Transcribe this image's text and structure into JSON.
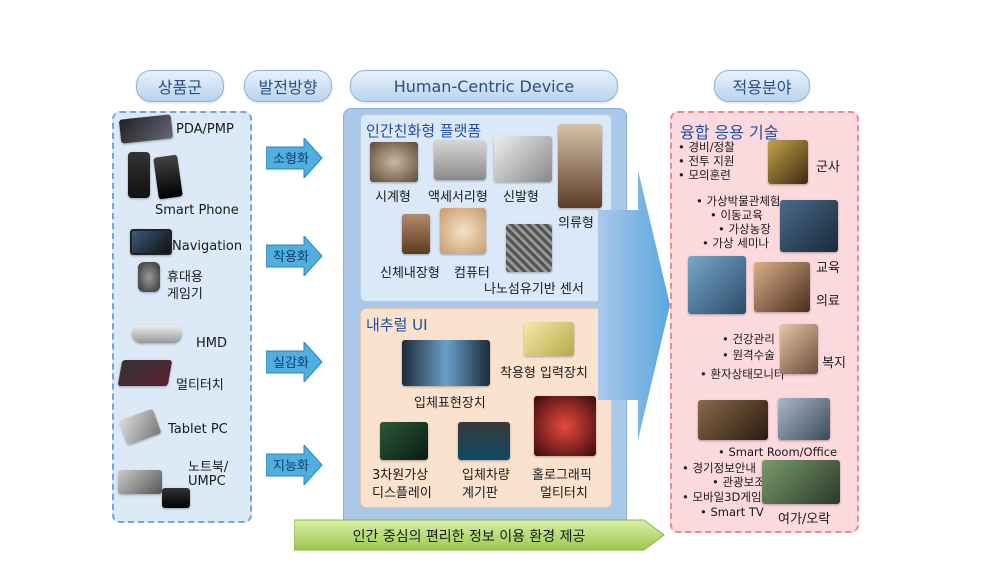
{
  "headers": {
    "product_group": "상품군",
    "direction": "발전방향",
    "device": "Human-Centric Device",
    "application": "적용분야"
  },
  "products": {
    "pda": "PDA/PMP",
    "smartphone": "Smart Phone",
    "navigation": "Navigation",
    "portable_game_1": "휴대용",
    "portable_game_2": "게임기",
    "hmd": "HMD",
    "multitouch": "멀티터치",
    "tablet": "Tablet PC",
    "notebook_1": "노트북/",
    "notebook_2": "UMPC"
  },
  "directions": [
    "소형화",
    "착용화",
    "실감화",
    "지능화"
  ],
  "platform": {
    "title": "인간친화형 플랫폼",
    "watch": "시계형",
    "accessory": "액세서리형",
    "shoe": "신발형",
    "clothing": "의류형",
    "implant": "신체내장형",
    "computer": "컴퓨터",
    "nanofiber": "나노섬유기반 센서"
  },
  "ui": {
    "title": "내추럴 UI",
    "stereo": "입체표현장치",
    "wearable_input": "착용형 입력장치",
    "display3d_1": "3차원가상",
    "display3d_2": "디스플레이",
    "dashboard_1": "입체차량",
    "dashboard_2": "계기판",
    "holo_1": "홀로그래픽",
    "holo_2": "멀티터치"
  },
  "fusion": {
    "title": "융합 응용 기술",
    "military_items": [
      "경비/정찰",
      "전투 지원",
      "모의훈련"
    ],
    "military": "군사",
    "edu_items": [
      "가상박물관체험",
      "이동교육",
      "가상농장",
      "가상 세미나"
    ],
    "education": "교육",
    "medical": "의료",
    "welfare_items": [
      "건강관리",
      "원격수술",
      "환자상태모니터"
    ],
    "welfare": "복지",
    "smart_room": "Smart Room/Office",
    "leisure_items": [
      "경기정보안내",
      "관광보조",
      "모바일3D게임",
      "Smart TV"
    ],
    "leisure": "여가/오락"
  },
  "footer": "인간 중심의 편리한 정보 이용 환경 제공",
  "colors": {
    "header_text": "#2a4f86",
    "platform_title": "#1f4ea3",
    "ui_title": "#1f4ea3",
    "fusion_title": "#1f4ea3",
    "footer_arrow": "#b4d96a"
  }
}
